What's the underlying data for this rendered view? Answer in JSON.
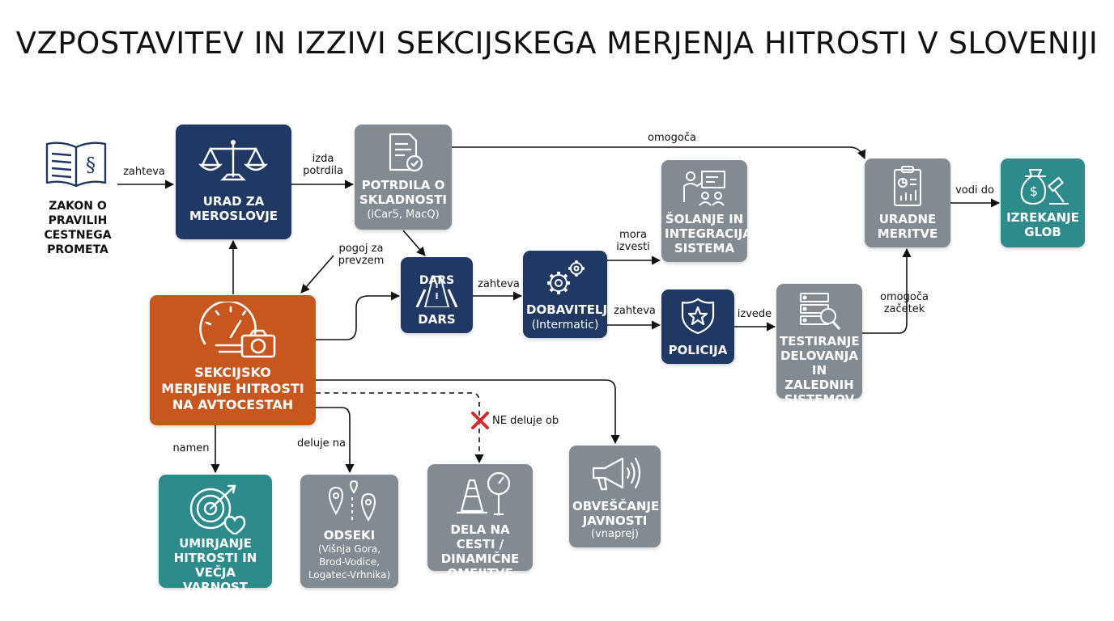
{
  "title": "VZPOSTAVITEV IN IZZIVI SEKCIJSKEGA MERJENJA HITROSTI V SLOVENIJI",
  "colors": {
    "navy": "#1f3864",
    "gray": "#828b91",
    "teal": "#2e8b8b",
    "orange": "#c8561f"
  },
  "nodes": {
    "law": {
      "label": "ZAKON O\nPRAVILIH\nCESTNEGA\nPROMETA",
      "icon": "law-book-icon"
    },
    "urad": {
      "label": "URAD ZA\nMEROSLOVJE",
      "icon": "scales-icon"
    },
    "potrdila": {
      "label": "POTRDILA O\nSKLADNOSTI",
      "sub": "(iCar5, MacQ)",
      "icon": "certificate-icon"
    },
    "solanje": {
      "label": "ŠOLANJE IN\nINTEGRACIJA\nSISTEMA",
      "icon": "training-icon"
    },
    "uradne": {
      "label": "URADNE\nMERITVE",
      "icon": "report-icon"
    },
    "glob": {
      "label": "IZREKANJE\nGLOB",
      "icon": "money-gavel-icon"
    },
    "dars": {
      "label": "DARS",
      "badge": "DARS",
      "icon": "road-icon"
    },
    "dobavitelj": {
      "label": "DOBAVITELJ",
      "sub": "(Intermatic)",
      "icon": "gears-icon"
    },
    "policija": {
      "label": "POLICIJA",
      "icon": "police-badge-icon"
    },
    "testiranje": {
      "label": "TESTIRANJE\nDELOVANJA\nIN ZALEDNIH\nSISTEMOV",
      "icon": "server-search-icon"
    },
    "sekcijsko": {
      "label": "SEKCIJSKO\nMERJENJE HITROSTI\nNA AVTOCESTAH",
      "icon": "speedometer-camera-icon"
    },
    "umirjanje": {
      "label": "UMIRJANJE\nHITROSTI IN\nVEČJA VARNOST",
      "icon": "target-heart-icon"
    },
    "odseki": {
      "label": "ODSEKI",
      "sub": "(Višnja Gora,\nBrod-Vodice,\nLogatec-Vrhnika)",
      "icon": "map-pins-icon"
    },
    "dela": {
      "label": "DELA NA CESTI /\nDINAMIČNE\nOMEJITVE",
      "icon": "cone-gauge-icon"
    },
    "obvescanje": {
      "label": "OBVEŠČANJE\nJAVNOSTI",
      "sub": "(vnaprej)",
      "icon": "megaphone-icon"
    }
  },
  "edges": {
    "zahteva_law": "zahteva",
    "izda_potrdila": "izda\npotrdila",
    "omogoca": "omogoča",
    "pogoj_za_prevzem": "pogoj za\nprevzem",
    "zahteva_dars": "zahteva",
    "mora_izvesti": "mora\nizvesti",
    "zahteva_dob": "zahteva",
    "izvede": "izvede",
    "omogoca_zacetek": "omogoča\nzačetek",
    "vodi_do": "vodi do",
    "namen": "namen",
    "deluje_na": "deluje na",
    "ne_deluje_ob": "NE deluje ob"
  }
}
